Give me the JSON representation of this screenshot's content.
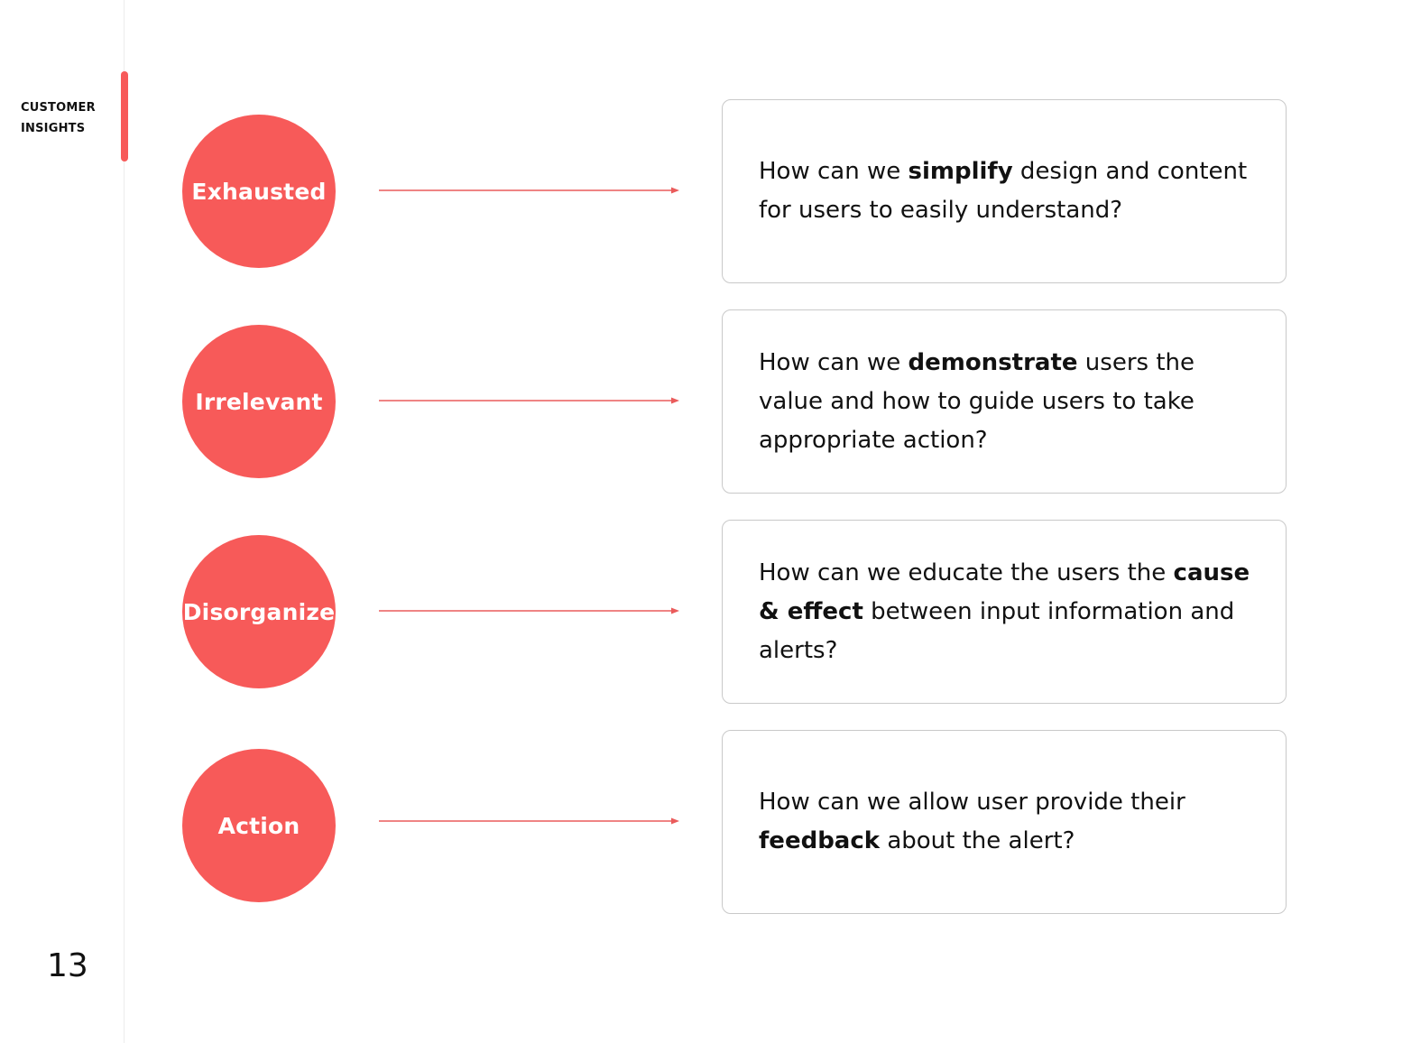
{
  "section": {
    "label_line1": "CUSTOMER",
    "label_line2": "INSIGHTS",
    "page_number": "13"
  },
  "colors": {
    "accent": "#f75a59",
    "card_border": "#c9c9c9",
    "text": "#111111",
    "arrow": "#ea5b5b"
  },
  "rows": [
    {
      "pain_point": "Exhausted",
      "question": {
        "before": "How can we ",
        "bold": "simplify",
        "after": " design and content for users to easily understand?"
      }
    },
    {
      "pain_point": "Irrelevant",
      "question": {
        "before": "How can we ",
        "bold": "demonstrate",
        "after": " users the value and how to guide users to take appropriate action?"
      }
    },
    {
      "pain_point": "Disorganize",
      "question": {
        "before": "How can we educate the users the ",
        "bold": "cause & effect",
        "after": " between input information and alerts?"
      }
    },
    {
      "pain_point": "Action",
      "question": {
        "before": "How can we allow user provide their ",
        "bold": "feedback",
        "after": " about the alert?"
      }
    }
  ]
}
